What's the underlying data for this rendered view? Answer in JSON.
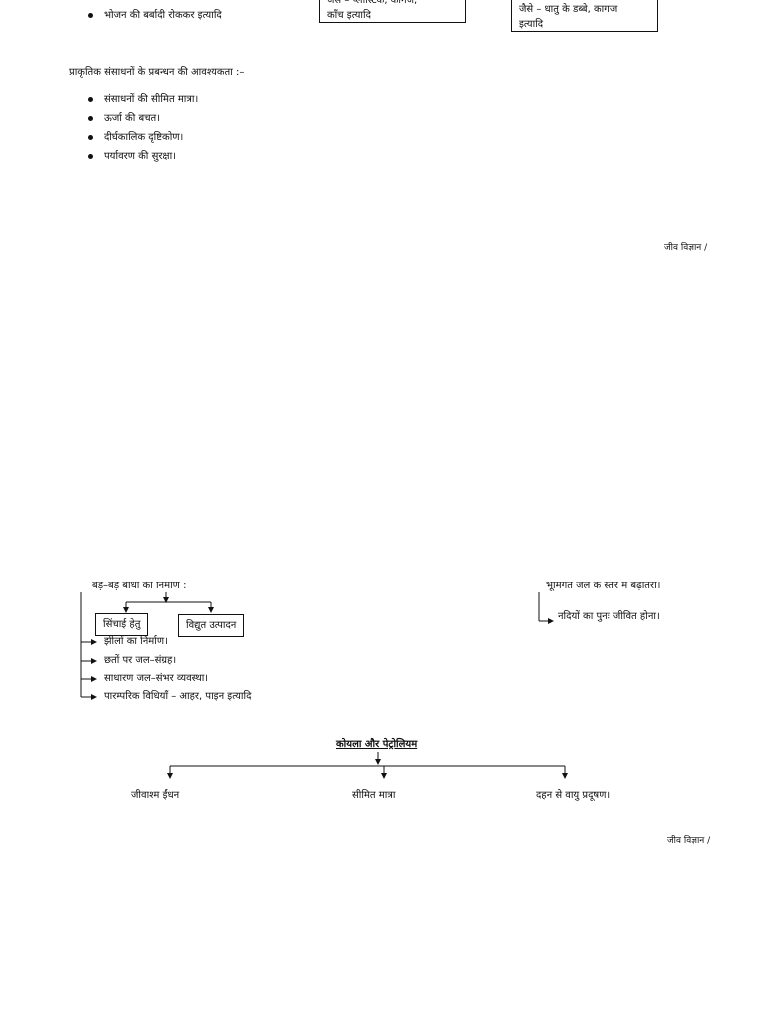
{
  "section1": {
    "bullet_top": "भोजन की बर्बादी रोककर इत्यादि",
    "box_middle_partial": "जैसे – प्लास्टिक, कागज,",
    "box_middle_line2": "काँच इत्यादि",
    "box_right_line1": "जैसे – धातु के डब्बे, कागज",
    "box_right_line2": "इत्यादि",
    "heading": "प्राकृतिक संसाधनों के प्रबन्धन की आवश्यकता :–",
    "bullets": [
      "संसाधनों की सीमित मात्रा।",
      "ऊर्जा की बचत।",
      "दीर्घकालिक दृष्टिकोण।",
      "पर्यावरण की सुरक्षा।"
    ],
    "footer": "जीव विज्ञान /"
  },
  "section2": {
    "partial_left": "बड़े–बड़े बाँधों का निर्माण :",
    "partial_right": "भूमिगत जल के स्तर में बढ़ोतरी।",
    "box_irrigation": "सिंचाई हेतु",
    "box_power": "विद्युत उत्पादन",
    "right_item": "नदियों का पुनः जीवित होना।",
    "left_items": [
      "झीलों का निर्माण।",
      "छतों पर जल–संग्रह।",
      "साधारण जल–संभर व्यवस्था।",
      "पारम्परिक विधियाँ – आहर, पाइन इत्यादि"
    ],
    "title": "कोयला और पेट्रोलियम",
    "branches": [
      "जीवाश्म ईंधन",
      "सीमित मात्रा",
      "दहन से वायु प्रदूषण।"
    ],
    "footer": "जीव विज्ञान /"
  }
}
